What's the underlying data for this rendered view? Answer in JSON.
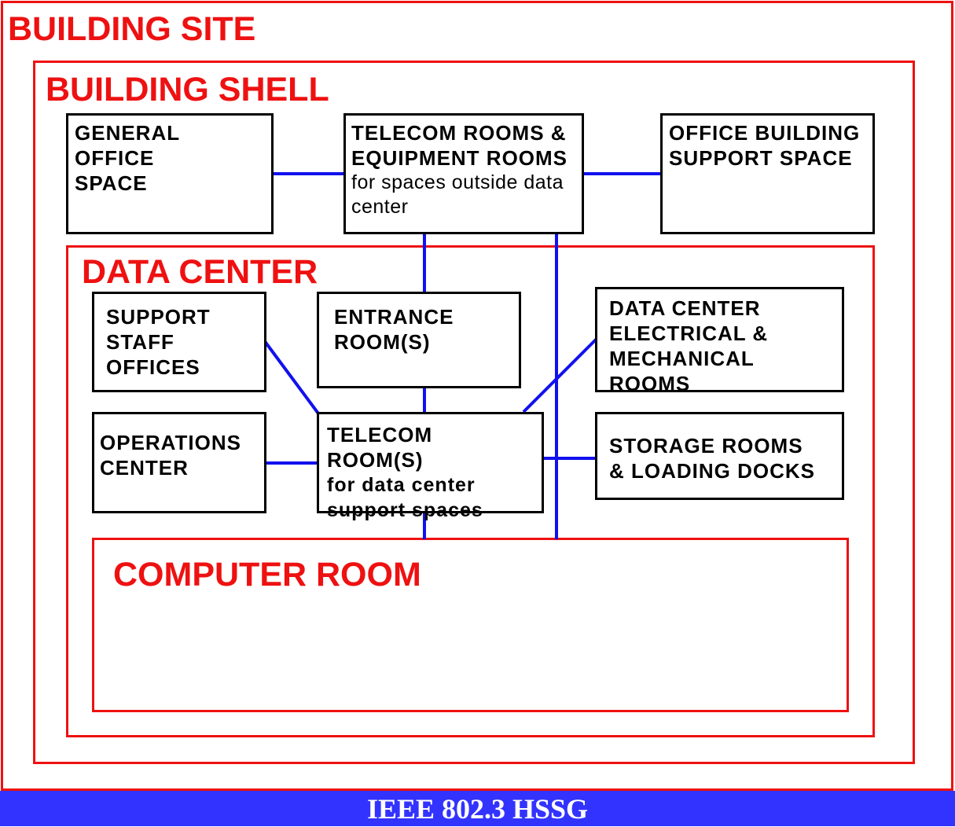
{
  "colors": {
    "frame": "#ee1111",
    "box_border": "#000000",
    "connector": "#1111ee",
    "footer_bg": "#3333ff",
    "footer_text": "#ffffff"
  },
  "frames": {
    "building_site": "BUILDING SITE",
    "building_shell": "BUILDING SHELL",
    "data_center": "DATA CENTER",
    "computer_room": "COMPUTER ROOM"
  },
  "boxes": {
    "general_office": {
      "title": "GENERAL OFFICE\nSPACE"
    },
    "telecom_equipment": {
      "title": "TELECOM ROOMS &\nEQUIPMENT ROOMS",
      "subtitle": "for spaces outside data\ncenter"
    },
    "office_support": {
      "title": "OFFICE BUILDING\nSUPPORT SPACE"
    },
    "support_staff": {
      "title": "SUPPORT\nSTAFF\nOFFICES"
    },
    "entrance_room": {
      "title": "ENTRANCE\nROOM(S)"
    },
    "dc_electrical": {
      "title": "DATA CENTER\nELECTRICAL &\nMECHANICAL ROOMS"
    },
    "operations_center": {
      "title": "OPERATIONS\nCENTER"
    },
    "telecom_dc": {
      "title": "TELECOM ROOM(S)",
      "subtitle": "for data center\nsupport spaces"
    },
    "storage_rooms": {
      "title": "STORAGE ROOMS\n& LOADING DOCKS"
    }
  },
  "footer": {
    "label": "IEEE 802.3 HSSG"
  }
}
